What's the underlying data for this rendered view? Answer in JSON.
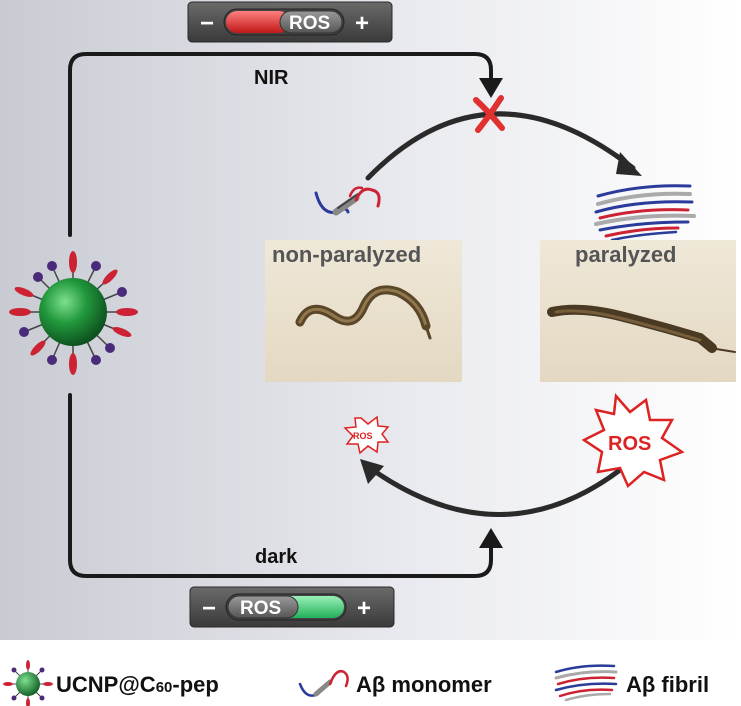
{
  "top_slider": {
    "minus": "−",
    "label": "ROS",
    "plus": "+",
    "state": "high",
    "indicator_color": "#e03030"
  },
  "bottom_slider": {
    "minus": "−",
    "label": "ROS",
    "plus": "+",
    "state": "low",
    "indicator_color": "#3cc878"
  },
  "pathway": {
    "top_label": "NIR",
    "bottom_label": "dark"
  },
  "panels": {
    "left": {
      "title": "non-paralyzed"
    },
    "right": {
      "title": "paralyzed"
    }
  },
  "ros_bursts": {
    "small": "ROS",
    "large": "ROS"
  },
  "legend": [
    {
      "icon": "ucnp-nanoparticle-icon",
      "label_main": "UCNP@C",
      "label_sub": "60",
      "label_tail": "-pep"
    },
    {
      "icon": "abeta-monomer-icon",
      "label": "Aβ monomer"
    },
    {
      "icon": "abeta-fibril-icon",
      "label": "Aβ fibril"
    }
  ],
  "colors": {
    "nanoparticle": "#1f8a3a",
    "spike_red": "#cc2233",
    "spike_purple": "#4a2a7a",
    "arrow": "#222222",
    "blocked_mark": "#e03030",
    "ros": "#dd2222"
  }
}
